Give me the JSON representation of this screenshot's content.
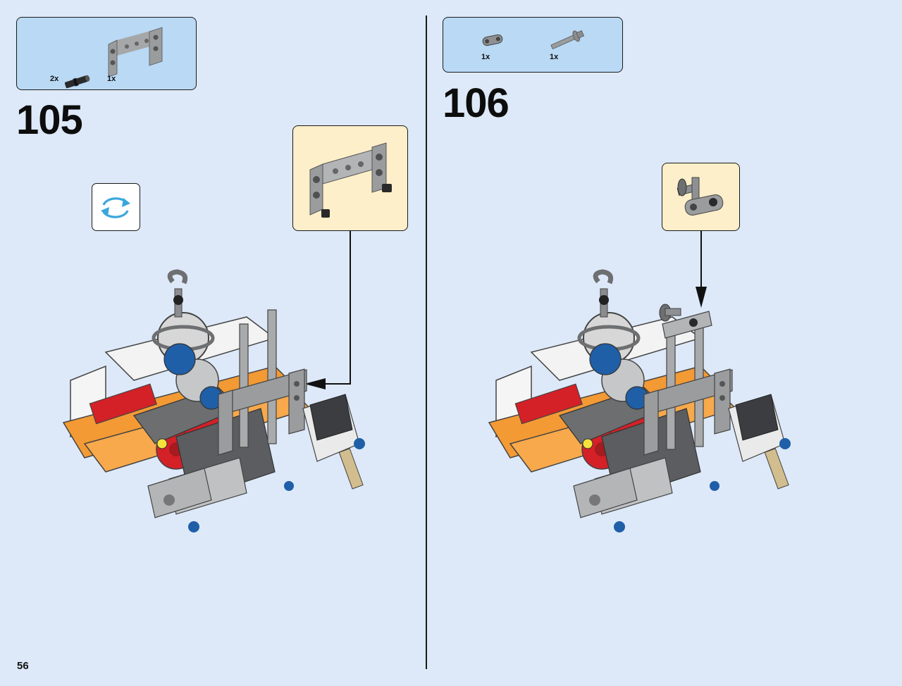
{
  "page": {
    "number": "56"
  },
  "steps": [
    {
      "number": "105",
      "parts": [
        {
          "qty": "2x",
          "icon": "black-friction-pin"
        },
        {
          "qty": "1x",
          "icon": "gray-h-frame-beam"
        }
      ],
      "callout_icon": "h-frame-with-pins",
      "rotate_icon": "rotate-model-icon"
    },
    {
      "number": "106",
      "parts": [
        {
          "qty": "1x",
          "icon": "gray-cross-connector"
        },
        {
          "qty": "1x",
          "icon": "gray-axle-pin"
        }
      ],
      "callout_icon": "connector-with-axle-pin"
    }
  ],
  "colors": {
    "background": "#dde9f8",
    "parts_box": "#b9d9f5",
    "callout_box": "#fdefc9",
    "orange": "#f39a34",
    "red": "#d42027",
    "blue": "#1f5fa8",
    "gray": "#9a9c9e",
    "dark_gray": "#5b5d60"
  }
}
